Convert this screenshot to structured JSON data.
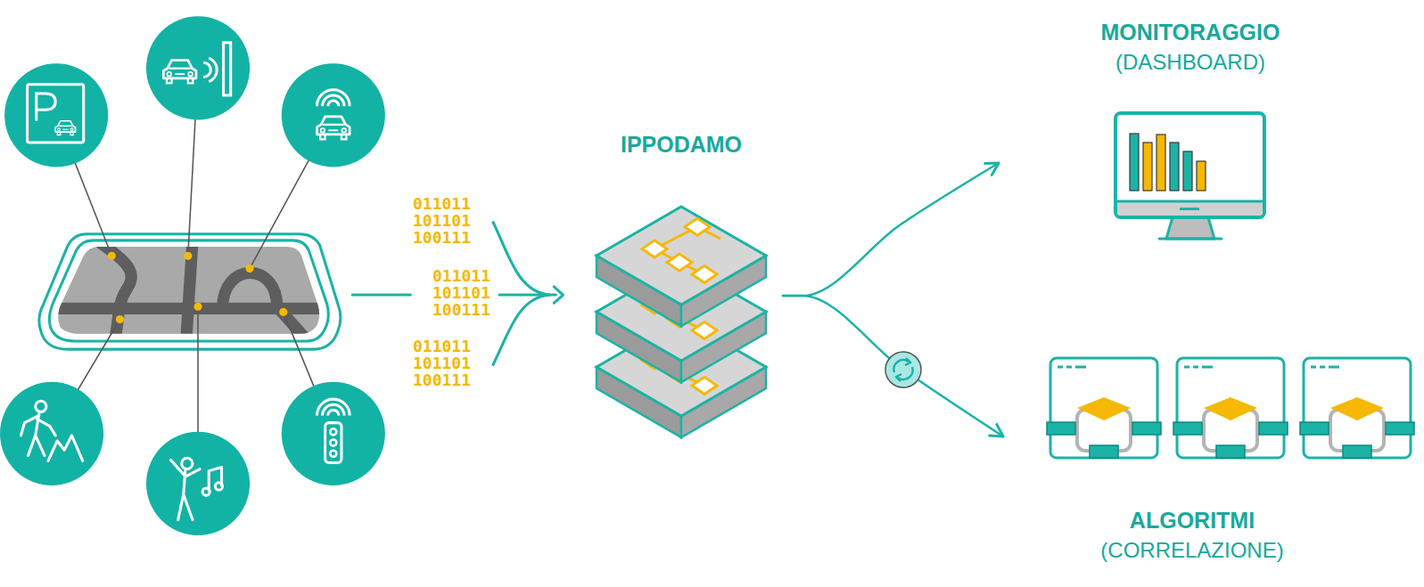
{
  "diagram": {
    "nodes": [
      {
        "text": [
          "IPPODAMO"
        ]
      },
      {
        "text": [
          "MONITORAGGIO",
          "(DASHBOARD)"
        ]
      },
      {
        "text": [
          "ALGORITMI",
          "(CORRELAZIONE)"
        ]
      }
    ],
    "edges": [
      {
        "from": 0,
        "to": 1,
        "arrow": "to"
      },
      {
        "from": 0,
        "to": 2,
        "arrow": "to"
      }
    ],
    "labels": [
      "011011 101101 100111",
      "011011 101101 100111",
      "011011 101101 100111"
    ]
  }
}
